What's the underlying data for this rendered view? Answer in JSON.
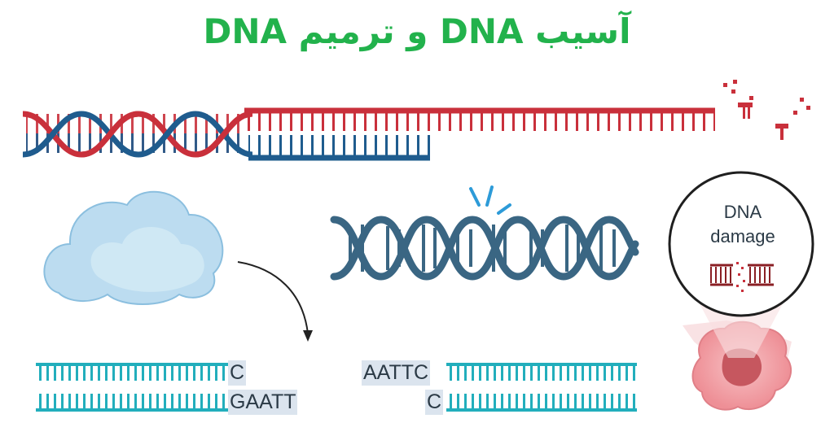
{
  "title": "آسیب DNA و ترمیم DNA",
  "sequences": {
    "left_top": "C",
    "left_bottom": "GAATT",
    "right_top": "AATTC",
    "right_bottom": "C"
  },
  "damage_label": {
    "line1": "DNA",
    "line2": "damage"
  },
  "colors": {
    "title": "#22b24c",
    "strand_red": "#c9303b",
    "strand_blue": "#1f5c8e",
    "strand_teal": "#22aebc",
    "helix_slate": "#3a6683",
    "cell_pink": "#f2a6ac",
    "cloud_blue": "#bcdcf0"
  },
  "icons": [
    "dna-helix-icon",
    "protein-blob-icon",
    "damaged-cell-icon",
    "break-spark-icon",
    "magnifier-circle-icon"
  ]
}
